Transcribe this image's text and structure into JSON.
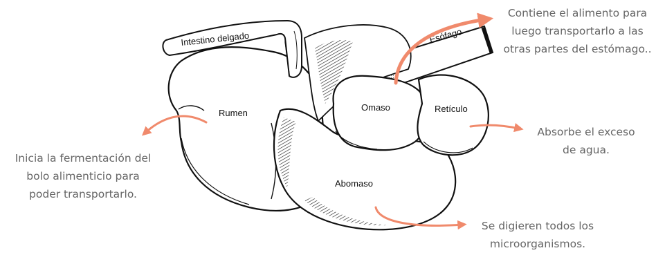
{
  "labels": {
    "intestino": "Intestino delgado",
    "esofago": "Esófago",
    "rumen": "Rumen",
    "omaso": "Omaso",
    "reticulo": "Retículo",
    "abomaso": "Abomaso"
  },
  "annotations": {
    "omaso": [
      "Contiene el alimento para",
      "luego transportarlo a las",
      "otras partes del estómago.."
    ],
    "reticulo": [
      "Absorbe el exceso",
      "de agua."
    ],
    "rumen": [
      "Inicia la fermentación del",
      "bolo alimenticio para",
      "poder transportarlo."
    ],
    "abomaso": [
      "Se digieren todos los",
      "microorganismos."
    ]
  },
  "colors": {
    "arrow": "#f08a6c",
    "text": "#666666",
    "ink": "#111111"
  }
}
